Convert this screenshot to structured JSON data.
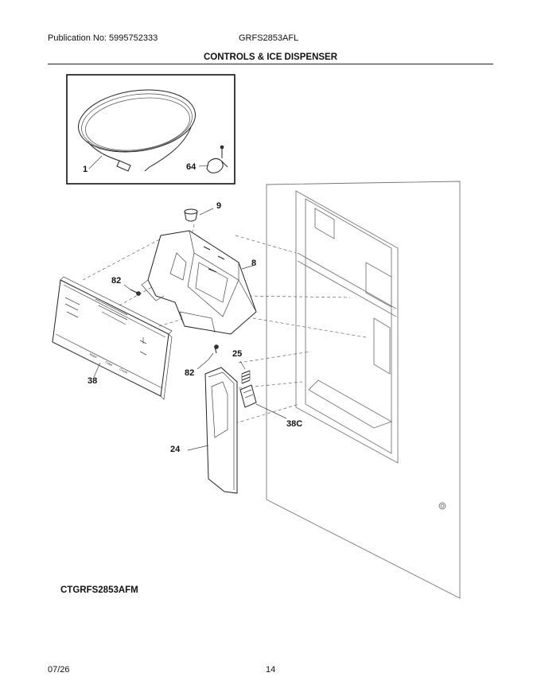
{
  "header": {
    "publication": "Publication No: 5995752333",
    "model": "GRFS2853AFL",
    "section_title": "CONTROLS & ICE DISPENSER"
  },
  "diagram": {
    "callouts": {
      "c1": "1",
      "c64": "64",
      "c9": "9",
      "c8": "8",
      "c82a": "82",
      "c82b": "82",
      "c25": "25",
      "c38": "38",
      "c38c": "38C",
      "c24": "24"
    },
    "panel_labels": {
      "water": "Water",
      "cube": "Cube",
      "crush": "Crush"
    },
    "code": "CTGRFS2853AFM"
  },
  "footer": {
    "date": "07/26",
    "page": "14"
  }
}
